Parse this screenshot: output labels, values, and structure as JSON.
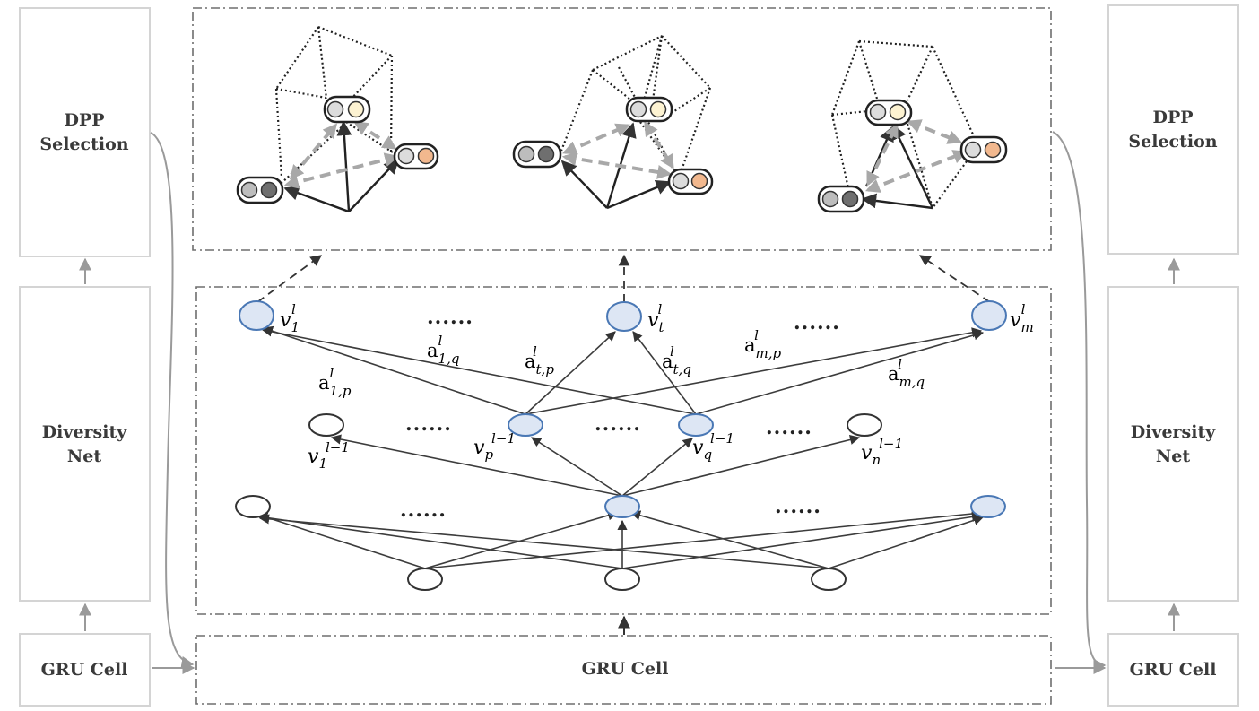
{
  "left_column": {
    "dpp_line1": "DPP",
    "dpp_line2": "Selection",
    "diversity_line1": "Diversity",
    "diversity_line2": "Net",
    "gru": "GRU Cell"
  },
  "right_column": {
    "dpp_line1": "DPP",
    "dpp_line2": "Selection",
    "diversity_line1": "Diversity",
    "diversity_line2": "Net",
    "gru": "GRU Cell"
  },
  "center": {
    "gru": "GRU Cell"
  },
  "ellipsis": "......",
  "top_nodes": [
    {
      "base": "v",
      "sub": "1",
      "sup": "l"
    },
    {
      "base": "v",
      "sub": "t",
      "sup": "l"
    },
    {
      "base": "v",
      "sub": "m",
      "sup": "l"
    }
  ],
  "mid_nodes": [
    {
      "base": "v",
      "sub": "1",
      "sup": "l−1"
    },
    {
      "base": "v",
      "sub": "p",
      "sup": "l−1"
    },
    {
      "base": "v",
      "sub": "q",
      "sup": "l−1"
    },
    {
      "base": "v",
      "sub": "n",
      "sup": "l−1"
    }
  ],
  "edge_labels": [
    {
      "base": "a",
      "sub": "1,p",
      "sup": "l"
    },
    {
      "base": "a",
      "sub": "1,q",
      "sup": "l"
    },
    {
      "base": "a",
      "sub": "t,p",
      "sup": "l"
    },
    {
      "base": "a",
      "sub": "t,q",
      "sup": "l"
    },
    {
      "base": "a",
      "sub": "m,p",
      "sup": "l"
    },
    {
      "base": "a",
      "sub": "m,q",
      "sup": "l"
    }
  ],
  "colors": {
    "node_fill": "#dde6f4",
    "node_stroke": "#4a78b5",
    "box_border": "#d4d4d4",
    "dash_border": "#6e6e6e",
    "accent_orange": "#f2b88e",
    "pale_yellow": "#fdf3d2"
  }
}
